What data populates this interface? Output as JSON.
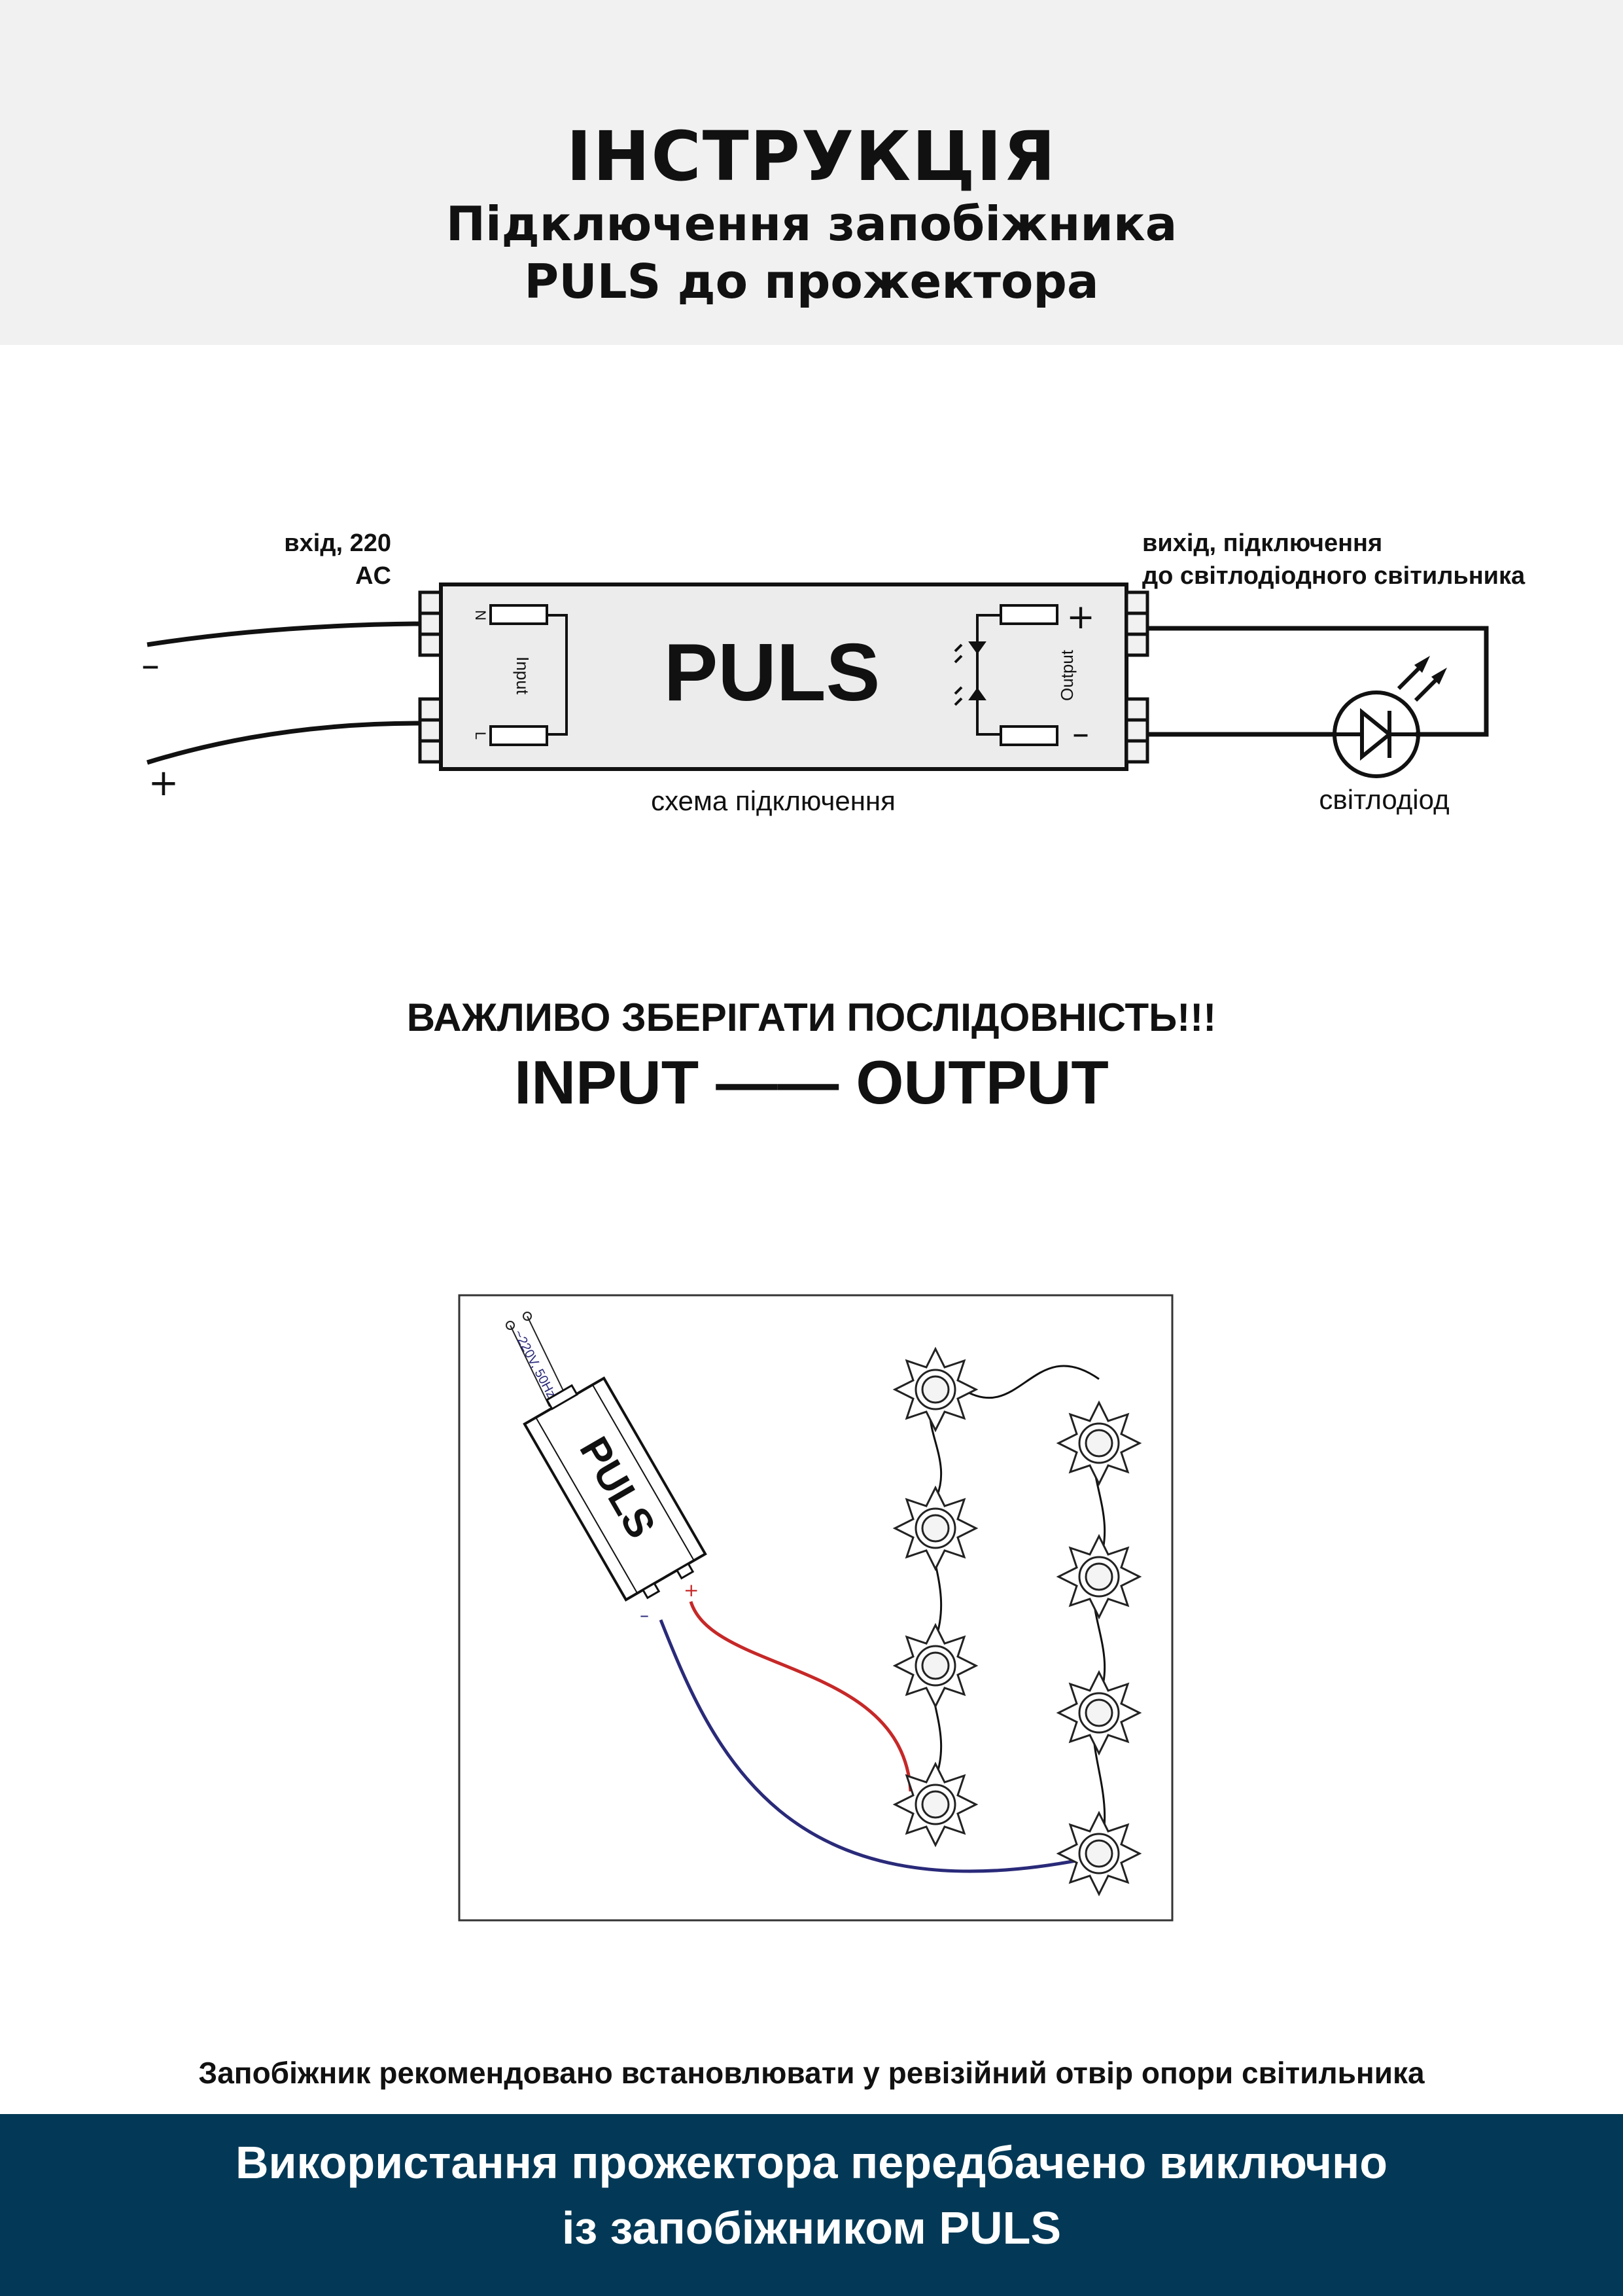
{
  "header": {
    "title": "ІНСТРУКЦІЯ",
    "subtitle_line1": "Підключення запобіжника",
    "subtitle_line2": "PULS до прожектора"
  },
  "schematic": {
    "input_label_line1": "вхід, 220",
    "input_label_line2": "AC",
    "output_label_line1": "вихід, підключення",
    "output_label_line2": "до світлодіодного світильника",
    "device_brand": "PULS",
    "input_caption": "Input",
    "output_caption": "Output",
    "pin_n": "N",
    "pin_l": "L",
    "minus_sign": "–",
    "plus_sign": "+",
    "caption": "схема підключення",
    "led_caption": "світлодіод"
  },
  "warning": {
    "line1": "ВАЖЛИВО ЗБЕРІГАТИ ПОСЛІДОВНІСТЬ!!!",
    "line2": "INPUT —— OUTPUT"
  },
  "wiring": {
    "device_brand": "PULS",
    "voltage_label": "~220V, 50Hz",
    "plus_sign": "+",
    "minus_sign": "–"
  },
  "note": "Запобіжник рекомендовано встановлювати у ревізійний отвір опори світильника",
  "footer": {
    "line1": "Використання прожектора передбачено виключно",
    "line2": "із запобіжником PULS"
  },
  "colors": {
    "header_bg": "#f1f1f1",
    "footer_bg": "#033956",
    "red_wire": "#c62828",
    "blue_wire": "#2a2a7a"
  }
}
